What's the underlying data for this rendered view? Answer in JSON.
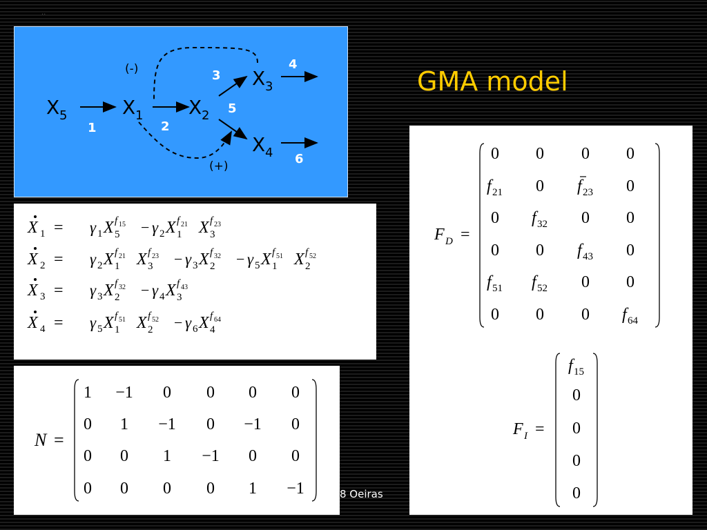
{
  "slide": {
    "title": "GMA model",
    "footer": "8 Oeiras",
    "corner_mark": "··"
  },
  "network": {
    "nodes": [
      {
        "id": "X5",
        "base": "X",
        "sub": "5"
      },
      {
        "id": "X1",
        "base": "X",
        "sub": "1"
      },
      {
        "id": "X2",
        "base": "X",
        "sub": "2"
      },
      {
        "id": "X3",
        "base": "X",
        "sub": "3"
      },
      {
        "id": "X4",
        "base": "X",
        "sub": "4"
      }
    ],
    "reaction_labels": [
      "1",
      "2",
      "3",
      "4",
      "5",
      "6"
    ],
    "regulation_labels": {
      "negative": "(-)",
      "positive": "(+)"
    }
  },
  "equations": [
    {
      "lhs": "X",
      "lhs_sub": "1",
      "eq": "=",
      "terms": [
        {
          "sign": "",
          "g": "1",
          "factors": [
            {
              "x": "5",
              "f": "15"
            }
          ]
        },
        {
          "sign": "−",
          "g": "2",
          "factors": [
            {
              "x": "1",
              "f": "21"
            },
            {
              "x": "3",
              "f": "23"
            }
          ]
        }
      ]
    },
    {
      "lhs": "X",
      "lhs_sub": "2",
      "eq": "=",
      "terms": [
        {
          "sign": "",
          "g": "2",
          "factors": [
            {
              "x": "1",
              "f": "21"
            },
            {
              "x": "3",
              "f": "23"
            }
          ]
        },
        {
          "sign": "−",
          "g": "3",
          "factors": [
            {
              "x": "2",
              "f": "32"
            }
          ]
        },
        {
          "sign": "−",
          "g": "5",
          "factors": [
            {
              "x": "1",
              "f": "51"
            },
            {
              "x": "2",
              "f": "52"
            }
          ]
        }
      ]
    },
    {
      "lhs": "X",
      "lhs_sub": "3",
      "eq": "=",
      "terms": [
        {
          "sign": "",
          "g": "3",
          "factors": [
            {
              "x": "2",
              "f": "32"
            }
          ]
        },
        {
          "sign": "−",
          "g": "4",
          "factors": [
            {
              "x": "3",
              "f": "43"
            }
          ]
        }
      ]
    },
    {
      "lhs": "X",
      "lhs_sub": "4",
      "eq": "=",
      "terms": [
        {
          "sign": "",
          "g": "5",
          "factors": [
            {
              "x": "1",
              "f": "51"
            },
            {
              "x": "2",
              "f": "52"
            }
          ]
        },
        {
          "sign": "−",
          "g": "6",
          "factors": [
            {
              "x": "4",
              "f": "64"
            }
          ]
        }
      ]
    }
  ],
  "matrix_N": {
    "name": "N",
    "rows": [
      [
        "1",
        "−1",
        "0",
        "0",
        "0",
        "0"
      ],
      [
        "0",
        "1",
        "−1",
        "0",
        "−1",
        "0"
      ],
      [
        "0",
        "0",
        "1",
        "−1",
        "0",
        "0"
      ],
      [
        "0",
        "0",
        "0",
        "0",
        "1",
        "−1"
      ]
    ]
  },
  "matrix_FD": {
    "name": "F",
    "name_sub": "D",
    "rows": [
      [
        "0",
        "0",
        "0",
        "0"
      ],
      [
        "f21",
        "0",
        "f23bar",
        "0"
      ],
      [
        "0",
        "f32",
        "0",
        "0"
      ],
      [
        "0",
        "0",
        "f43",
        "0"
      ],
      [
        "f51",
        "f52",
        "0",
        "0"
      ],
      [
        "0",
        "0",
        "0",
        "f64"
      ]
    ]
  },
  "matrix_FI": {
    "name": "F",
    "name_sub": "I",
    "rows": [
      "f15",
      "0",
      "0",
      "0",
      "0"
    ]
  }
}
